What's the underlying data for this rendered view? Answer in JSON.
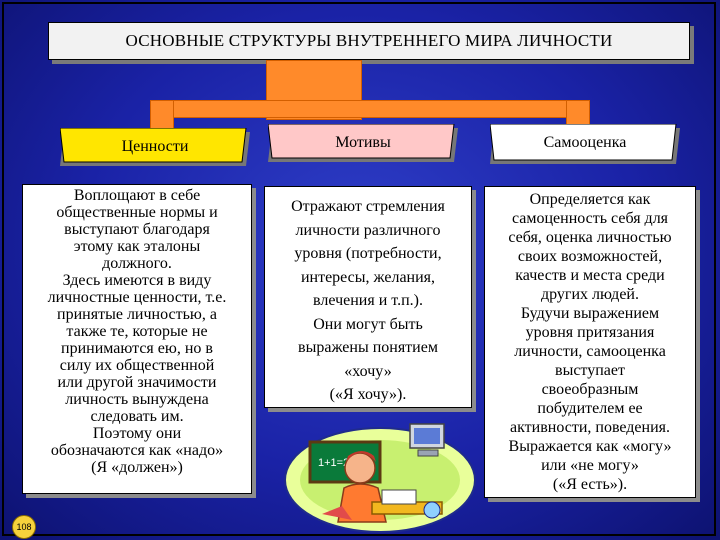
{
  "title": "ОСНОВНЫЕ СТРУКТУРЫ ВНУТРЕННЕГО МИРА ЛИЧНОСТИ",
  "tabs": {
    "values": "Ценности",
    "motives": "Мотивы",
    "selfesteem": "Самооценка"
  },
  "columns": {
    "values": [
      "Воплощают в себе",
      "общественные нормы и",
      "выступают благодаря",
      "этому как эталоны",
      "должного.",
      "Здесь имеются в виду",
      "личностные ценности, т.е.",
      "принятые личностью, а",
      "также те, которые не",
      "принимаются ею, но в",
      "силу их общественной",
      "или другой значимости",
      "личность вынуждена",
      "следовать им.",
      "Поэтому они",
      "обозначаются как «надо»",
      "(Я «должен»)"
    ],
    "motives": [
      "Отражают стремления",
      "личности различного",
      "уровня (потребности,",
      "интересы, желания,",
      "влечения и т.п.).",
      "Они могут быть",
      "выражены понятием",
      "«хочу»",
      "(«Я хочу»)."
    ],
    "selfesteem": [
      "Определяется как",
      "самоценность себя для",
      "себя, оценка личностью",
      "своих возможностей,",
      "качеств и места среди",
      "других людей.",
      "Будучи выражением",
      "уровня притязания",
      "личности, самооценка",
      "выступает",
      "своеобразным",
      "побудителем ее",
      "активности, поведения.",
      "Выражается как «могу»",
      "или «не могу»",
      "(«Я есть»)."
    ]
  },
  "illustration": {
    "board_text": "1+1=2"
  },
  "page_number": "108",
  "colors": {
    "background": "#1a22a6",
    "connector": "#ff8a2a",
    "tab_values": "#ffe600",
    "tab_motives": "#ffc8c8",
    "tab_selfesteem": "#ffffff"
  }
}
